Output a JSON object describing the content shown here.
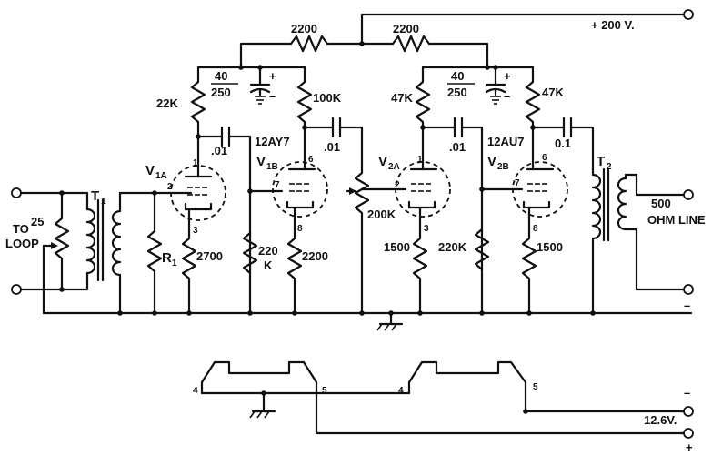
{
  "labels": {
    "r_top_left": "2200",
    "r_top_right": "2200",
    "supply": "+ 200 V.",
    "cap_left_top": "40",
    "cap_left_bot": "250",
    "cap_right_top": "40",
    "cap_right_bot": "250",
    "plus": "+",
    "minus": "–",
    "r_22k": "22K",
    "r_100k": "100K",
    "r_47k_a": "47K",
    "r_47k_b": "47K",
    "c_01_a": ".01",
    "c_01_b": ".01",
    "c_01_c": ".01",
    "c_0_1": "0.1",
    "tube_12ay7": "12AY7",
    "tube_12au7": "12AU7",
    "v1a_main": "V",
    "v1a_sub": "1A",
    "v1b_main": "V",
    "v1b_sub": "1B",
    "v2a_main": "V",
    "v2a_sub": "2A",
    "v2b_main": "V",
    "v2b_sub": "2B",
    "t1_main": "T",
    "t1_sub": "1",
    "t2_main": "T",
    "t2_sub": "2",
    "r1_main": "R",
    "r1_sub": "1",
    "to": "TO",
    "loop": "LOOP",
    "pot_25": "25",
    "r_2700": "2700",
    "r_220_a": "220",
    "r_220_a_k": "K",
    "r_2200_b": "2200",
    "pot_200k": "200K",
    "r_1500_a": "1500",
    "r_220k_b": "220K",
    "r_1500_b": "1500",
    "line_500": "500",
    "ohm_line": "OHM LINE",
    "pin1_a": "1",
    "pin2_a": "2",
    "pin3_a": "3",
    "pin6_b": "6",
    "pin7_b": "7",
    "pin8_b": "8",
    "pin1_c": "1",
    "pin2_c": "2",
    "pin3_c": "3",
    "pin6_d": "6",
    "pin7_d": "7",
    "pin8_d": "8",
    "heater_4a": "4",
    "heater_5a": "5",
    "heater_4b": "4",
    "heater_5b": "5",
    "heater_v": "12.6V.",
    "heater_minus": "–",
    "heater_plus": "+",
    "out_minus": "–"
  }
}
